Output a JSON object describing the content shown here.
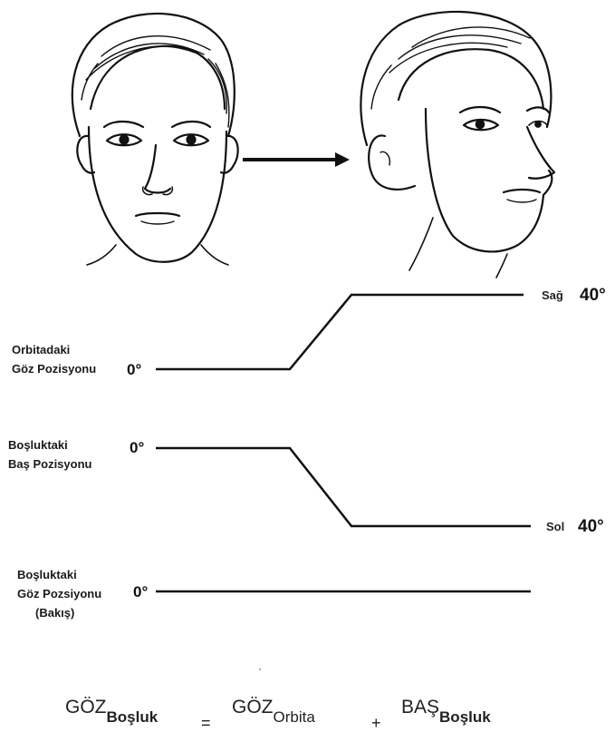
{
  "labels": {
    "eye_orbit": [
      "Orbitadaki",
      "Göz Pozisyonu"
    ],
    "head_space": [
      "Boşluktaki",
      "Baş Pozisyonu"
    ],
    "eye_space": [
      "Boşluktaki",
      "Göz Pozsiyonu",
      "(Bakış)"
    ]
  },
  "values": {
    "zero": "0°",
    "forty": "40°",
    "right": "Sağ",
    "left": "Sol"
  },
  "formula": {
    "lhs_main": "GÖZ",
    "lhs_sub": "Boşluk",
    "equals": "=",
    "term1_main": "GÖZ",
    "term1_sub": "Orbita",
    "plus": "+",
    "term2_main": "BAŞ",
    "term2_sub": "Boşluk"
  },
  "colors": {
    "ink": "#111111",
    "background": "#ffffff"
  }
}
